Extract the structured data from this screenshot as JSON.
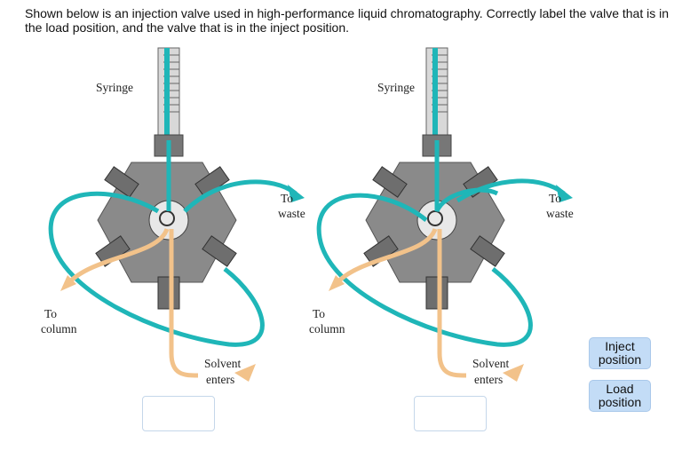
{
  "question": {
    "text": "Shown below is an injection valve used in high-performance liquid chromatography. Correctly label the valve that is in the load position, and the valve that is in the inject position."
  },
  "diagrams": [
    {
      "syringe": "Syringe",
      "waste_1": "To",
      "waste_2": "waste",
      "column_1": "To",
      "column_2": "column",
      "solvent_1": "Solvent",
      "solvent_2": "enters"
    },
    {
      "syringe": "Syringe",
      "waste_1": "To",
      "waste_2": "waste",
      "column_1": "To",
      "column_2": "column",
      "solvent_1": "Solvent",
      "solvent_2": "enters"
    }
  ],
  "answer_chips": [
    {
      "line1": "Inject",
      "line2": "position"
    },
    {
      "line1": "Load",
      "line2": "position"
    }
  ],
  "colors": {
    "loop": "#1fb6b8",
    "solvent": "#f2c28a",
    "valve": "#8a8a8a",
    "drop_border": "#c5d7ea",
    "chip_bg": "#c3dcf6"
  }
}
